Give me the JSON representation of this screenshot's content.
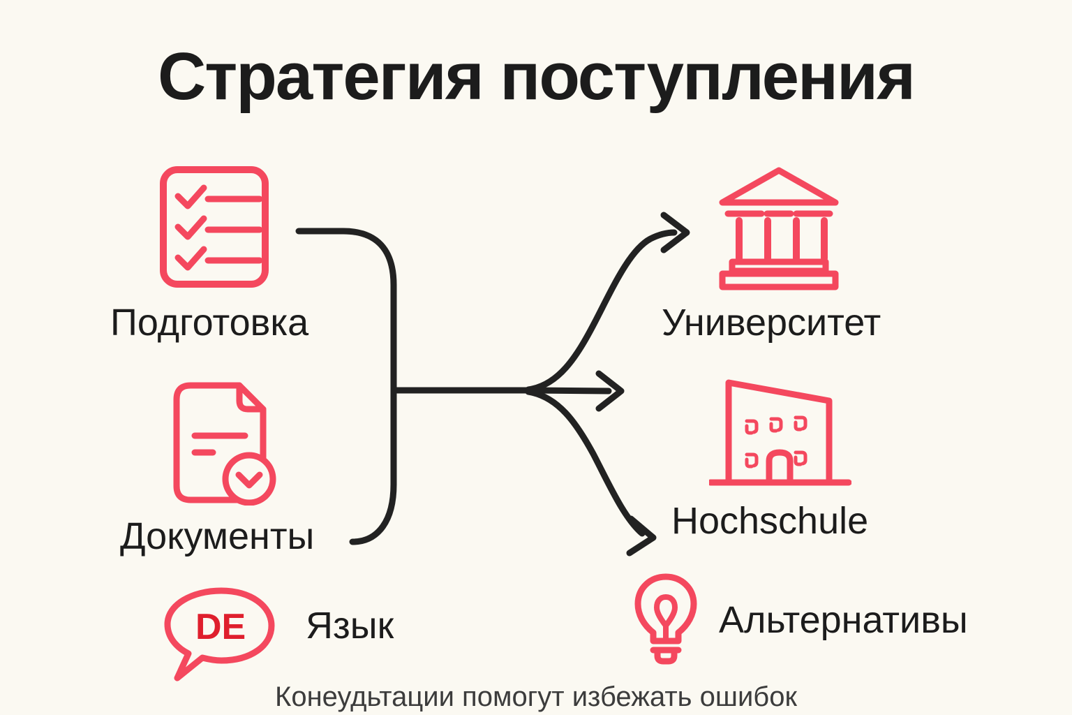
{
  "colors": {
    "background": "#FBF9F2",
    "ink": "#1C1C1C",
    "ink_soft": "#3C3C3C",
    "line": "#222222",
    "accent": "#F4485E",
    "accent_strong": "#DF1F2D"
  },
  "title": "Стратегия поступления",
  "left_nodes": [
    {
      "label": "Подготовка",
      "icon": "checklist-icon"
    },
    {
      "label": "Документы",
      "icon": "document-check-icon"
    },
    {
      "label": "Язык",
      "icon": "speech-bubble-de-icon",
      "badge": "DE"
    }
  ],
  "right_nodes": [
    {
      "label": "Университет",
      "icon": "university-icon"
    },
    {
      "label": "Hochschule",
      "icon": "school-building-icon"
    },
    {
      "label": "Альтернативы",
      "icon": "lightbulb-icon"
    }
  ],
  "caption": "Конеудьтации помогут избежать ошибок"
}
